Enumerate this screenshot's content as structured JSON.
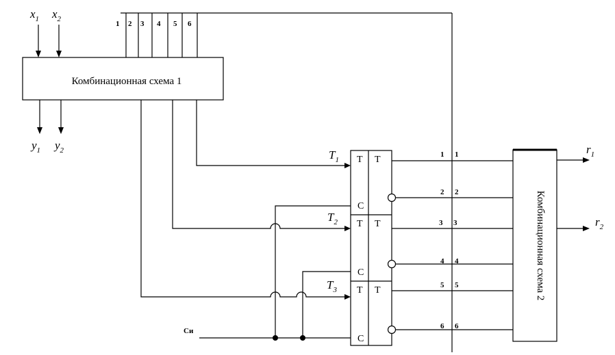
{
  "inputs": {
    "x1": "x",
    "x1_sub": "1",
    "x2": "x",
    "x2_sub": "2"
  },
  "outputs": {
    "y1": "y",
    "y1_sub": "1",
    "y2": "y",
    "y2_sub": "2",
    "r1": "r",
    "r1_sub": "1",
    "r2": "r",
    "r2_sub": "2"
  },
  "block1": {
    "label": "Комбинационная схема 1"
  },
  "block2": {
    "label": "Комбинационная схема 2"
  },
  "bus_top_numbers": [
    "1",
    "2",
    "3",
    "4",
    "5",
    "6"
  ],
  "triggers": [
    {
      "name": "T",
      "sub": "1",
      "t_left": "T",
      "t_right": "T",
      "c": "C"
    },
    {
      "name": "T",
      "sub": "2",
      "t_left": "T",
      "t_right": "T",
      "c": "C"
    },
    {
      "name": "T",
      "sub": "3",
      "t_left": "T",
      "t_right": "T",
      "c": "C"
    }
  ],
  "trigger_output_numbers": [
    "1",
    "2",
    "3",
    "4",
    "5",
    "6"
  ],
  "clock_label": "Си"
}
